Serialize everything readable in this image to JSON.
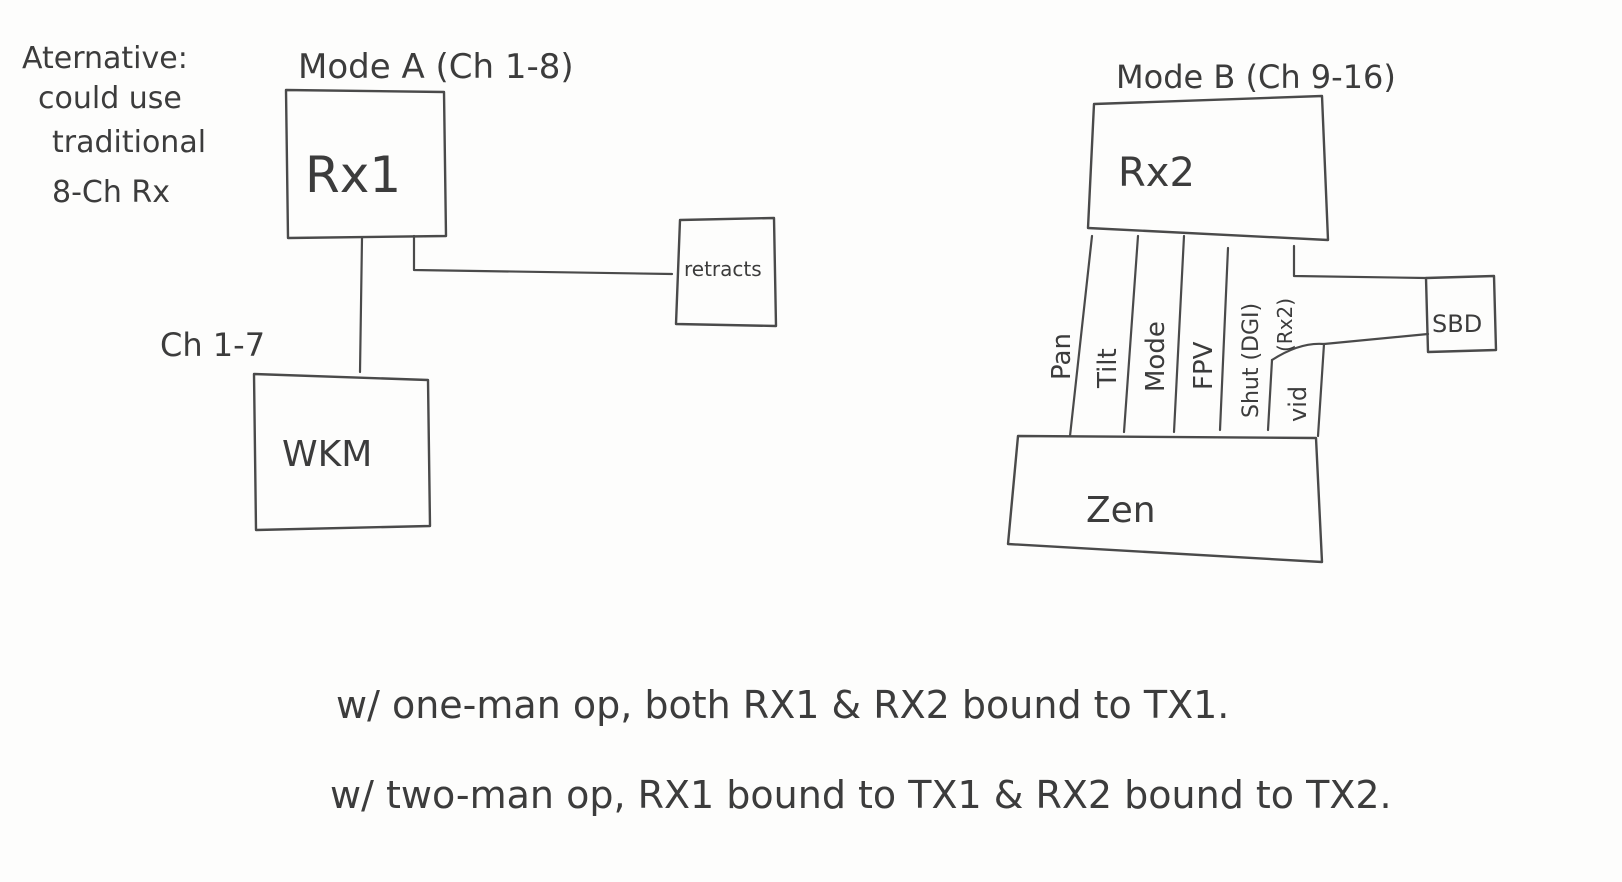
{
  "notes": {
    "alternative": [
      "Aternative:",
      "could use",
      "traditional",
      "8-Ch Rx"
    ],
    "one_man": "w/ one-man op, both RX1 & RX2 bound to TX1.",
    "two_man": "w/ two-man op, RX1 bound to TX1 & RX2 bound to TX2."
  },
  "mode_a": {
    "title": "Mode A (Ch 1-8)",
    "rx_label": "Rx1",
    "retracts_label": "retracts",
    "channel_label": "Ch 1-7",
    "wkm_label": "WKM"
  },
  "mode_b": {
    "title": "Mode B (Ch 9-16)",
    "rx_label": "Rx2",
    "zen_label": "Zen",
    "sbd_label": "SBD",
    "channels": [
      "Pan",
      "Tilt",
      "Mode",
      "FPV",
      "Shut (DGI)",
      "(Rx2)",
      "vid"
    ]
  },
  "colors": {
    "ink": "#3c3c3c",
    "paper": "#fdfdfc"
  }
}
